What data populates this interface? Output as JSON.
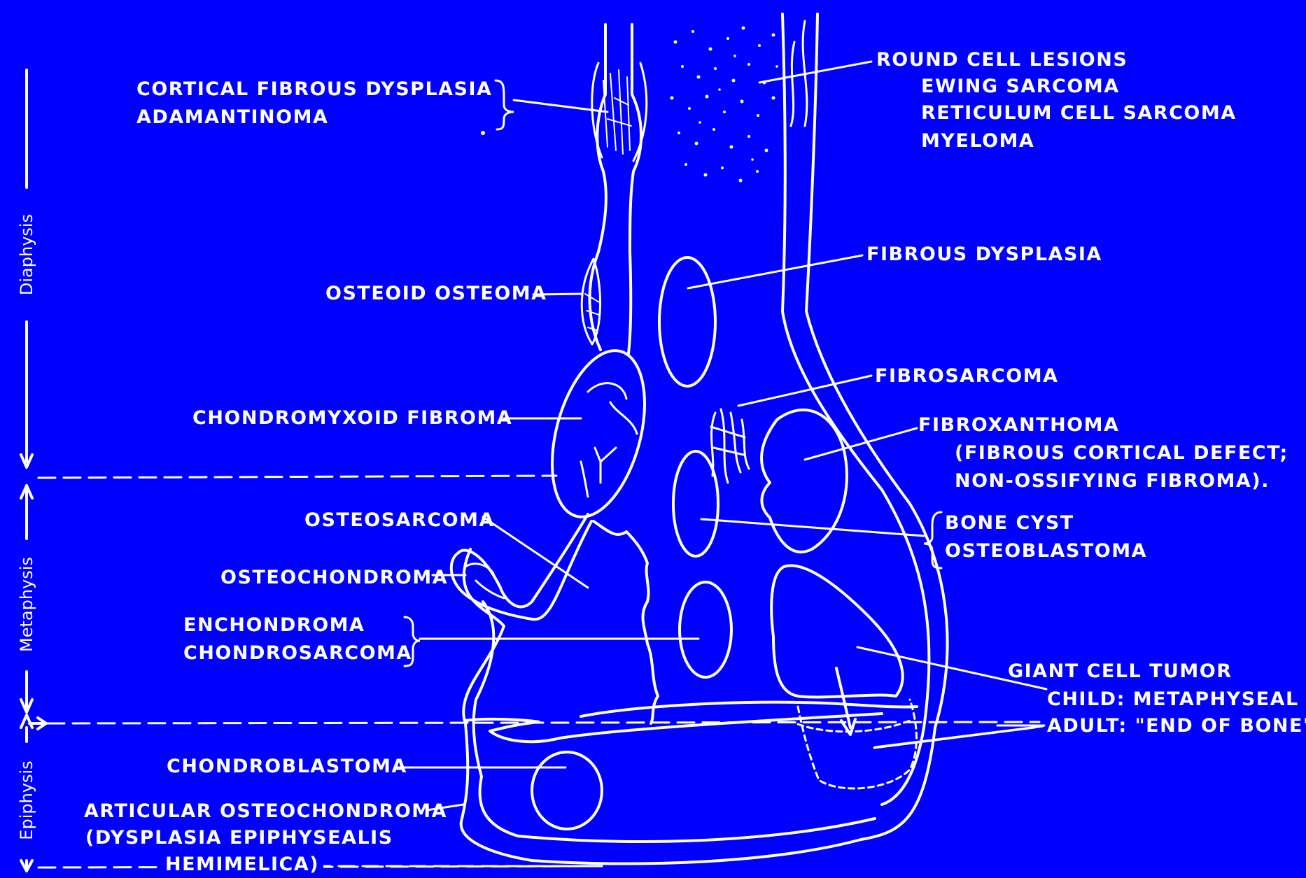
{
  "colors": {
    "background": "#0000ff",
    "ink": "#ffffff"
  },
  "zones": {
    "diaphysis": "Diaphysis",
    "metaphysis": "Metaphysis",
    "epiphysis": "Epiphysis"
  },
  "labels": {
    "cortical_fibrous_dysplasia": "CORTICAL FIBROUS DYSPLASIA",
    "adamantinoma": "ADAMANTINOMA",
    "round_cell_lesions": "ROUND CELL LESIONS",
    "ewing_sarcoma": "EWING SARCOMA",
    "reticulum_cell_sarcoma": "RETICULUM CELL SARCOMA",
    "myeloma": "MYELOMA",
    "fibrous_dysplasia": "FIBROUS DYSPLASIA",
    "osteoid_osteoma": "OSTEOID OSTEOMA",
    "fibrosarcoma": "FIBROSARCOMA",
    "chondromyxoid_fibroma": "CHONDROMYXOID FIBROMA",
    "fibroxanthoma": "FIBROXANTHOMA",
    "fibrous_cortical_defect": "(FIBROUS CORTICAL DEFECT;",
    "non_ossifying_fibroma": "NON-OSSIFYING FIBROMA).",
    "osteosarcoma": "OSTEOSARCOMA",
    "bone_cyst": "BONE CYST",
    "osteoblastoma": "OSTEOBLASTOMA",
    "osteochondroma": "OSTEOCHONDROMA",
    "enchondroma": "ENCHONDROMA",
    "chondrosarcoma": "CHONDROSARCOMA",
    "giant_cell_tumor": "GIANT CELL TUMOR",
    "child_metaphyseal": "CHILD: METAPHYSEAL",
    "adult_end_of_bone": "ADULT: \"END OF BONE\"",
    "chondroblastoma": "CHONDROBLASTOMA",
    "articular_osteochondroma": "ARTICULAR OSTEOCHONDROMA",
    "dysplasia_epiphysealis": "(DYSPLASIA EPIPHYSEALIS",
    "hemimelica": "HEMIMELICA)"
  }
}
